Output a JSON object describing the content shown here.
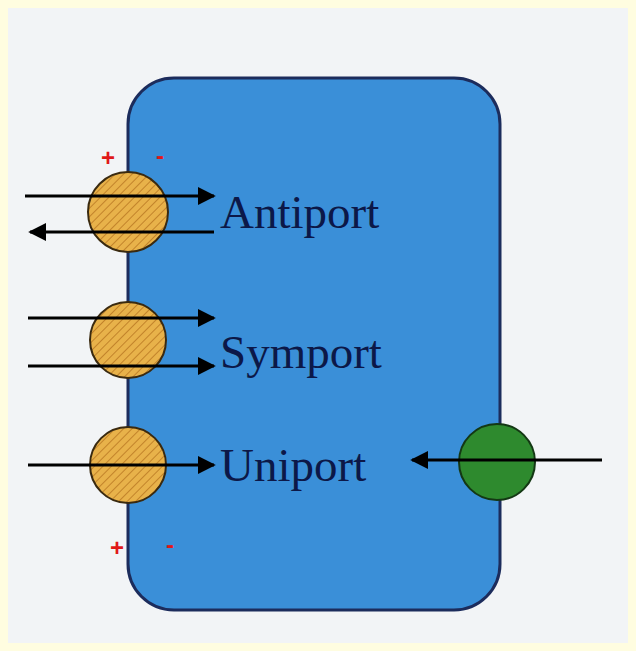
{
  "diagram": {
    "nodes": [
      {
        "text": [
          "Antiport",
          "Symport",
          "Uniport"
        ]
      }
    ],
    "labels": [
      "+",
      "-",
      "+",
      "-"
    ]
  }
}
